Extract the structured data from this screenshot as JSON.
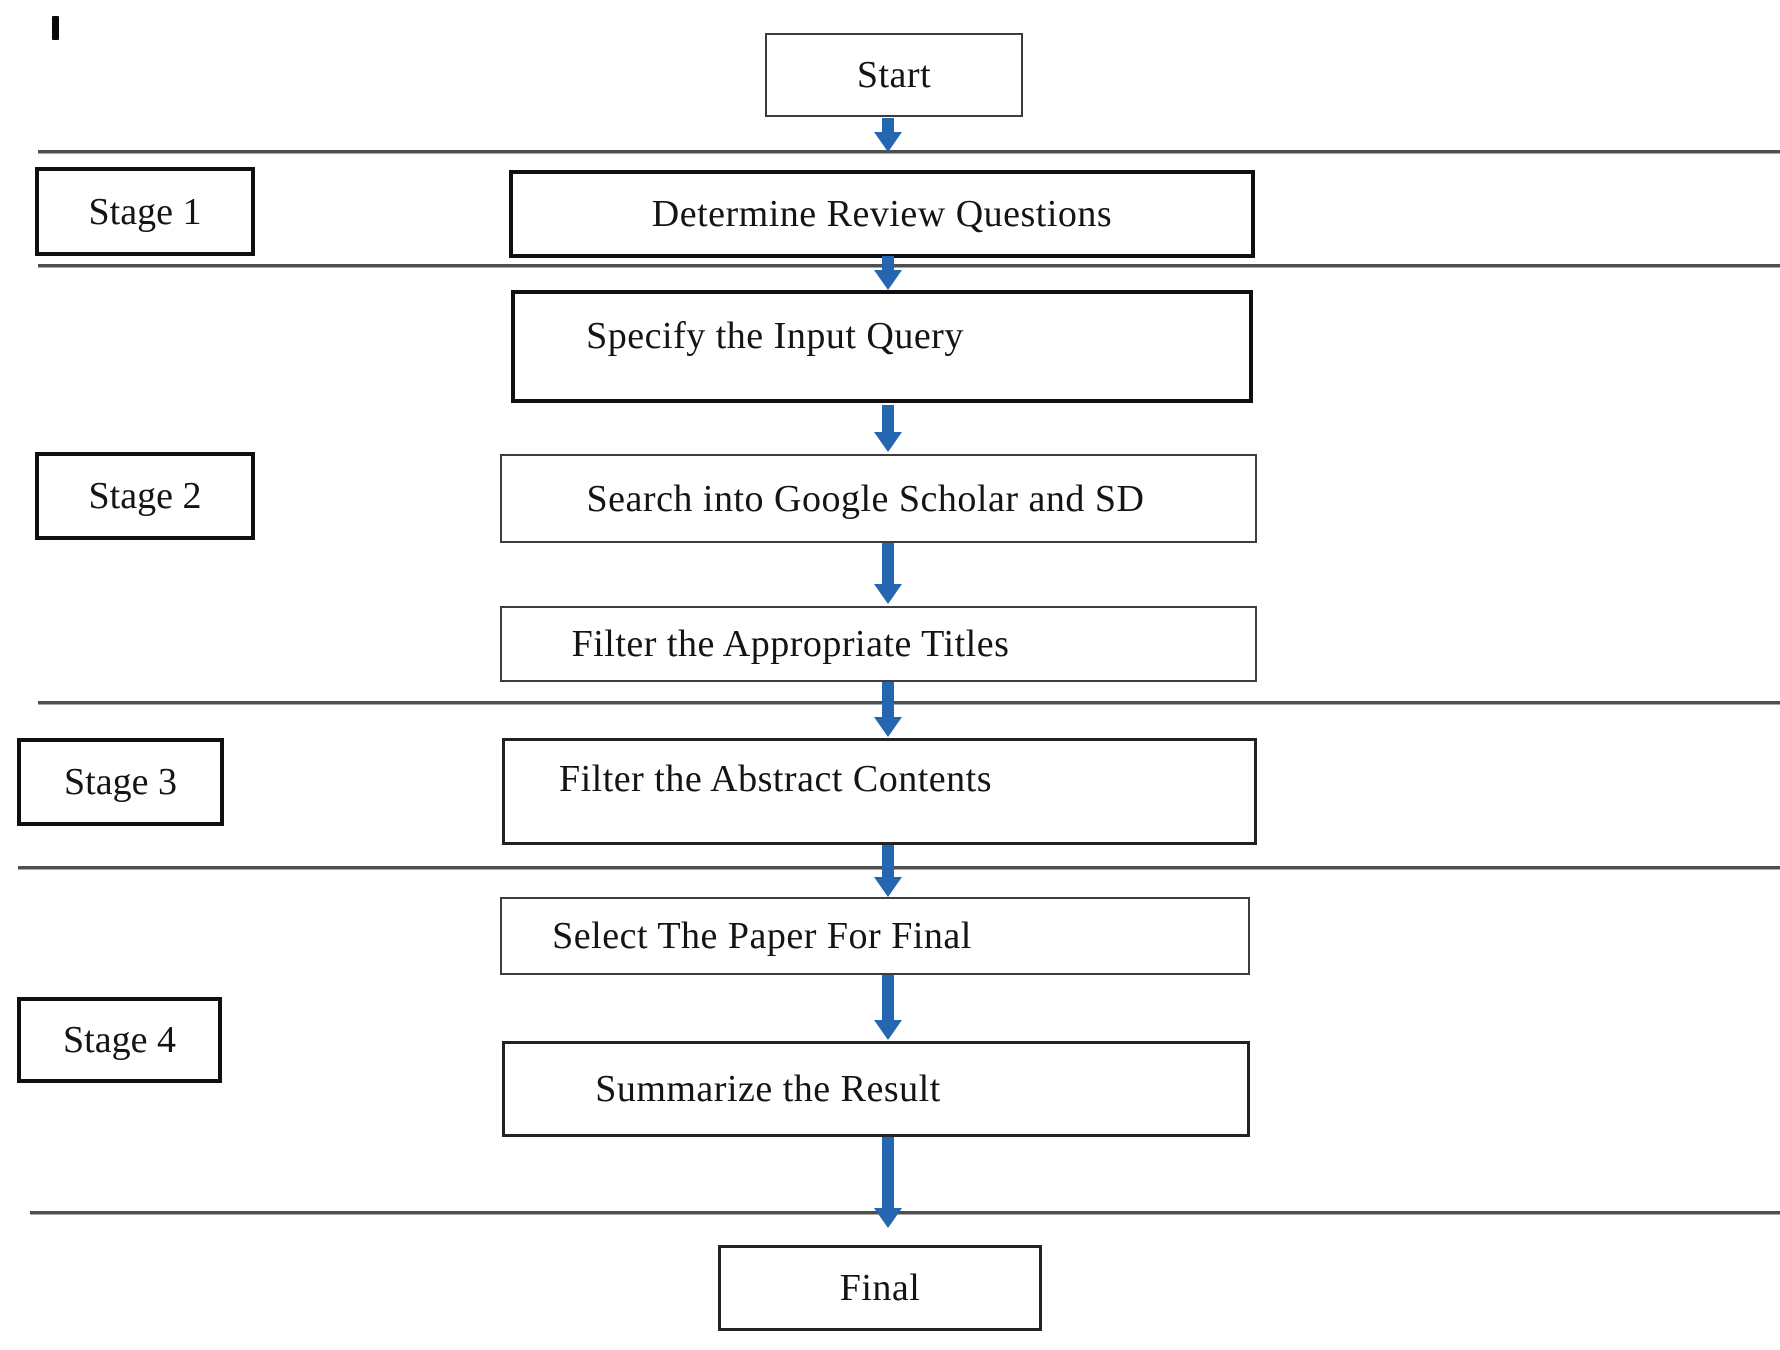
{
  "diagram": {
    "title_implicit": "Systematic review process flowchart",
    "nodes": {
      "start": {
        "label": "Start"
      },
      "determine": {
        "label": "Determine Review Questions"
      },
      "specify": {
        "label": "Specify the Input Query"
      },
      "search": {
        "label": "Search into Google Scholar and SD"
      },
      "filter_titles": {
        "label": "Filter the Appropriate Titles"
      },
      "filter_abstract": {
        "label": "Filter the Abstract Contents"
      },
      "select_paper": {
        "label": "Select The Paper For Final"
      },
      "summarize": {
        "label": "Summarize the Result"
      },
      "final": {
        "label": "Final"
      }
    },
    "stages": {
      "stage1": {
        "label": "Stage 1",
        "contains": [
          "Determine Review Questions"
        ]
      },
      "stage2": {
        "label": "Stage 2",
        "contains": [
          "Specify the Input Query",
          "Search into Google Scholar and SD",
          "Filter the Appropriate Titles"
        ]
      },
      "stage3": {
        "label": "Stage 3",
        "contains": [
          "Filter the Abstract Contents"
        ]
      },
      "stage4": {
        "label": "Stage 4",
        "contains": [
          "Select The Paper For Final",
          "Summarize the Result"
        ]
      }
    },
    "edges": [
      {
        "from": "start",
        "to": "determine"
      },
      {
        "from": "determine",
        "to": "specify"
      },
      {
        "from": "specify",
        "to": "search"
      },
      {
        "from": "search",
        "to": "filter_titles"
      },
      {
        "from": "filter_titles",
        "to": "filter_abstract"
      },
      {
        "from": "filter_abstract",
        "to": "select_paper"
      },
      {
        "from": "select_paper",
        "to": "summarize"
      },
      {
        "from": "summarize",
        "to": "final"
      }
    ],
    "colors": {
      "arrow_blue": "#2566b1",
      "box_border": "#0f0f0f",
      "thin_border": "#3d3d3d",
      "divider_line": "#4f4f4f",
      "background": "#ffffff",
      "text": "#141414"
    }
  }
}
